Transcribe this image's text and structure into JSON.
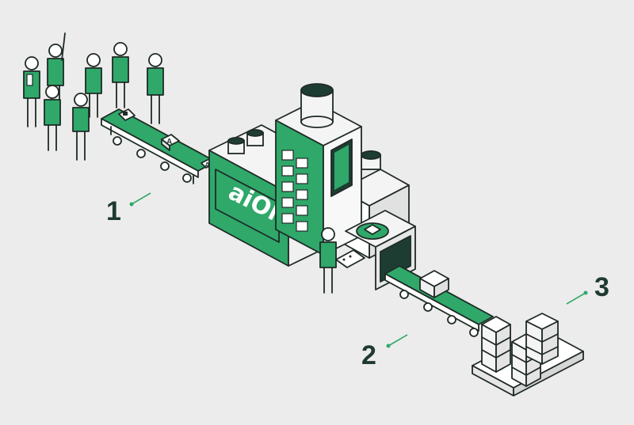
{
  "brand": {
    "logo_text": "aiOla"
  },
  "steps": [
    {
      "number": "1"
    },
    {
      "number": "2"
    },
    {
      "number": "3"
    }
  ],
  "conveyor_cards": [
    "A",
    "A"
  ],
  "colors": {
    "background": "#ececec",
    "accent_green": "#2fa86a",
    "dark_green": "#1e3d32",
    "ink": "#1f2a25",
    "white": "#ffffff"
  },
  "icons": [
    "person-icon",
    "factory-machine-icon",
    "conveyor-belt-icon",
    "box-icon",
    "pallet-icon"
  ]
}
